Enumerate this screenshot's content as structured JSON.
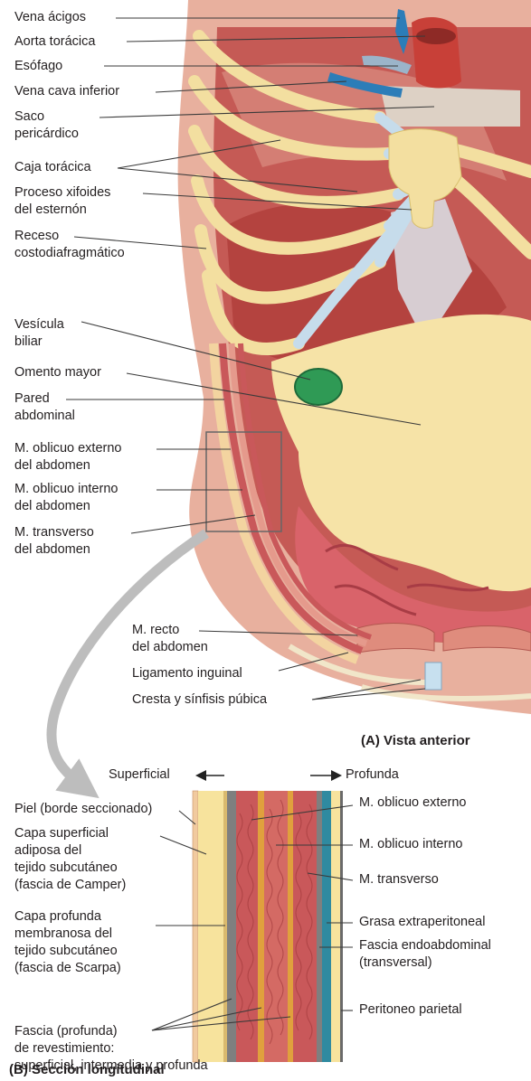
{
  "colors": {
    "bone": "#f3dfa0",
    "cartilage": "#c6dceb",
    "muscle": "#c9585a",
    "muscle_light": "#e59a8c",
    "fat": "#f7e39d",
    "gallbladder": "#2f9a55",
    "vein_blue": "#2c7db8",
    "aorta": "#c84038",
    "leader": "#3a3a3a",
    "fascia_gray": "#8c8c8c"
  },
  "view_a": {
    "caption": "(A) Vista anterior",
    "labels": {
      "vena_acigos": "Vena ácigos",
      "aorta_toracica": "Aorta torácica",
      "esofago": "Esófago",
      "vena_cava_inferior": "Vena cava inferior",
      "saco_pericardico": "Saco\npericárdico",
      "caja_toracica": "Caja torácica",
      "proceso_xifoides": "Proceso xifoides\ndel esternón",
      "receso": "Receso\ncostodiafragmático",
      "vesicula_biliar": "Vesícula\nbiliar",
      "omento_mayor": "Omento mayor",
      "pared_abdominal": "Pared\nabdominal",
      "oblicuo_externo_a": "M. oblicuo externo\ndel abdomen",
      "oblicuo_interno_a": "M. oblicuo interno\ndel abdomen",
      "transverso_a": "M. transverso\ndel abdomen",
      "recto": "M. recto\ndel abdomen",
      "ligamento_inguinal": "Ligamento inguinal",
      "cresta_sinfisis": "Cresta y sínfisis púbica"
    }
  },
  "view_b": {
    "caption": "(B) Sección longitudinal",
    "direction_superficial": "Superficial",
    "direction_profunda": "Profunda",
    "labels": {
      "piel": "Piel (borde seccionado)",
      "camper": "Capa superficial\nadiposa del\ntejido subcutáneo\n(fascia de Camper)",
      "scarpa": "Capa profunda\nmembranosa del\ntejido subcutáneo\n(fascia de Scarpa)",
      "fascia_revestimiento": "Fascia (profunda)\nde revestimiento:\nsuperficial, intermedia y profunda",
      "oblicuo_externo_b": "M. oblicuo externo",
      "oblicuo_interno_b": "M. oblicuo interno",
      "transverso_b": "M. transverso",
      "grasa_extraperitoneal": "Grasa extraperitoneal",
      "fascia_endoabdominal": "Fascia endoabdominal\n(transversal)",
      "peritoneo_parietal": "Peritoneo parietal"
    }
  }
}
